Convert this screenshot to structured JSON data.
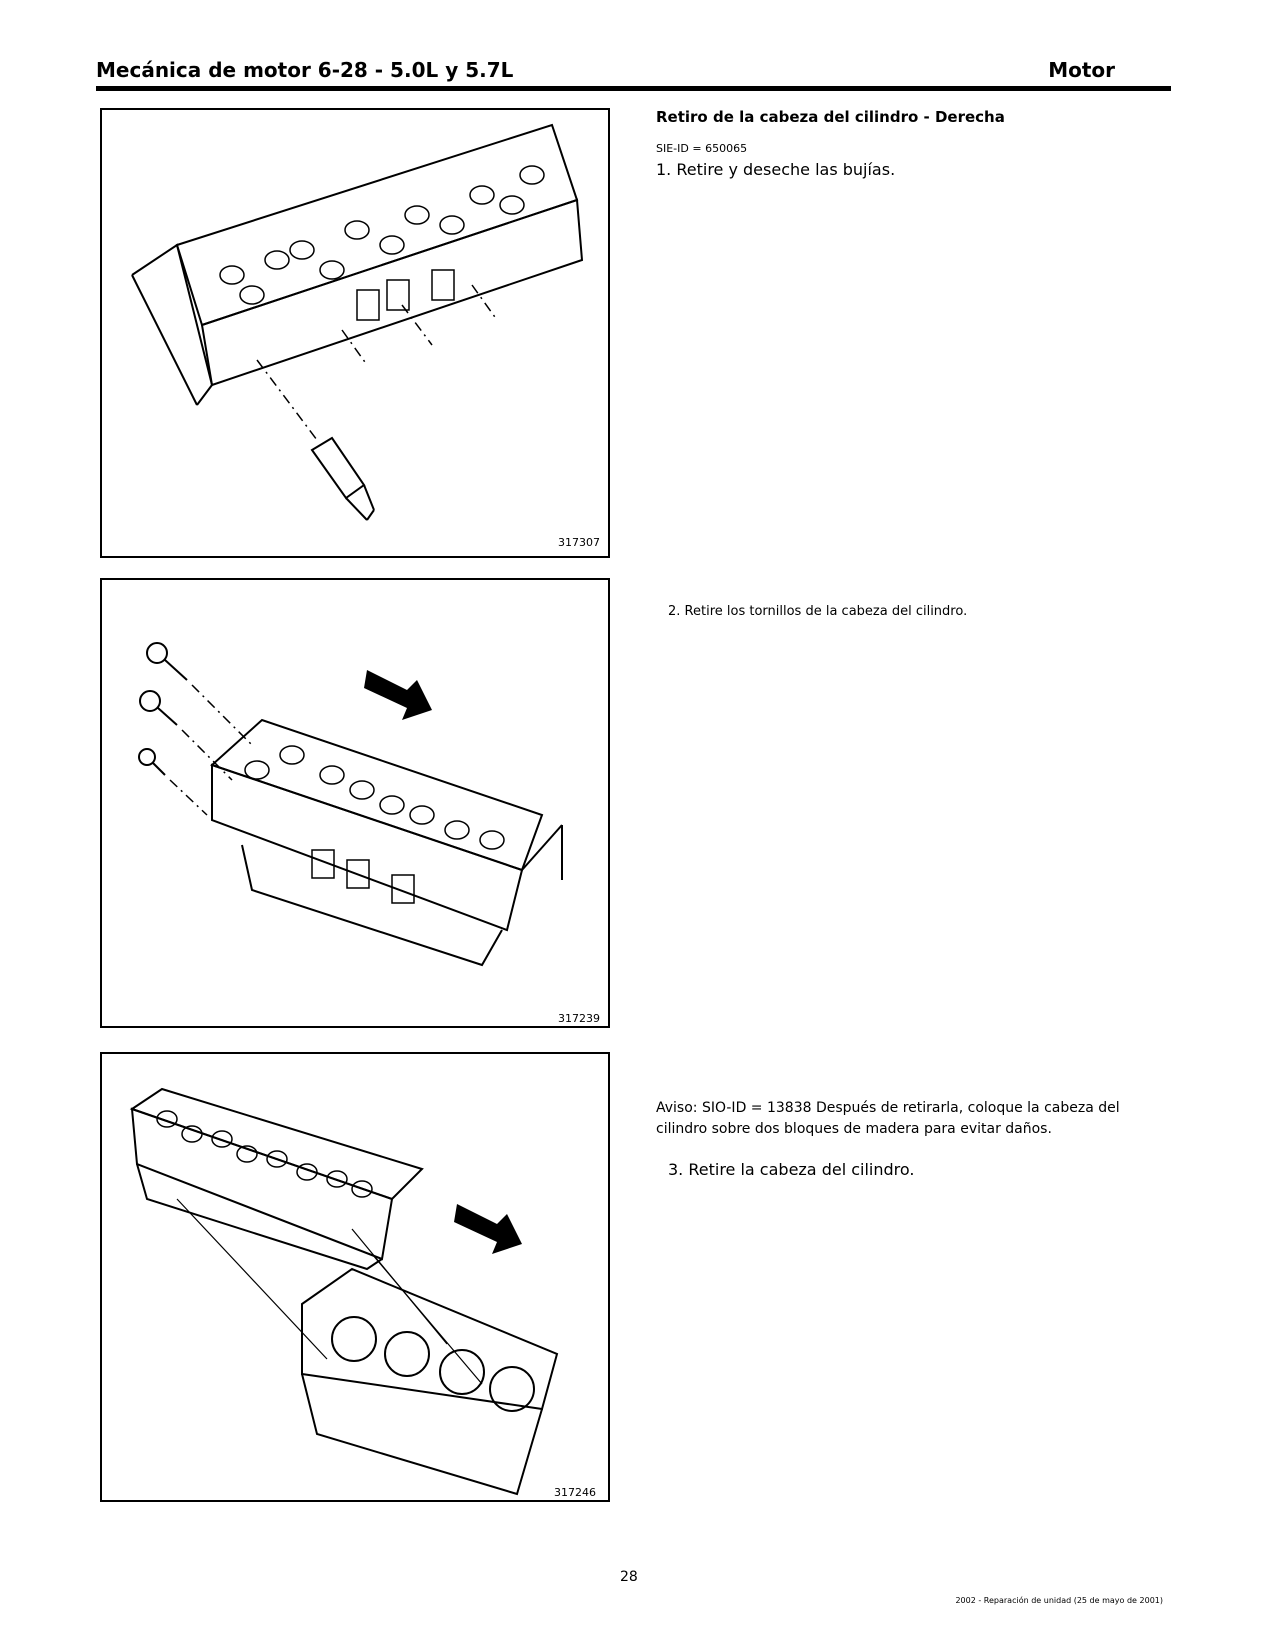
{
  "header": {
    "title": "Mecánica de motor 6-28 - 5.0L y 5.7L",
    "section": "Motor"
  },
  "content": {
    "section_title": "Retiro de la cabeza del cilindro - Derecha",
    "sie_id": "SIE-ID = 650065",
    "step1": "1. Retire y deseche las bujías.",
    "step2": "2. Retire los tornillos de la cabeza del cilindro.",
    "notice": "Aviso: SIO-ID = 13838 Después de retirarla, coloque la cabeza del cilindro sobre dos bloques de madera para evitar daños.",
    "step3": "3. Retire la cabeza del cilindro."
  },
  "figures": {
    "fig1_id": "317307",
    "fig2_id": "317239",
    "fig3_id": "317246"
  },
  "footer": {
    "page_number": "28",
    "edition": "2002 - Reparación de unidad (25 de mayo de 2001)"
  }
}
